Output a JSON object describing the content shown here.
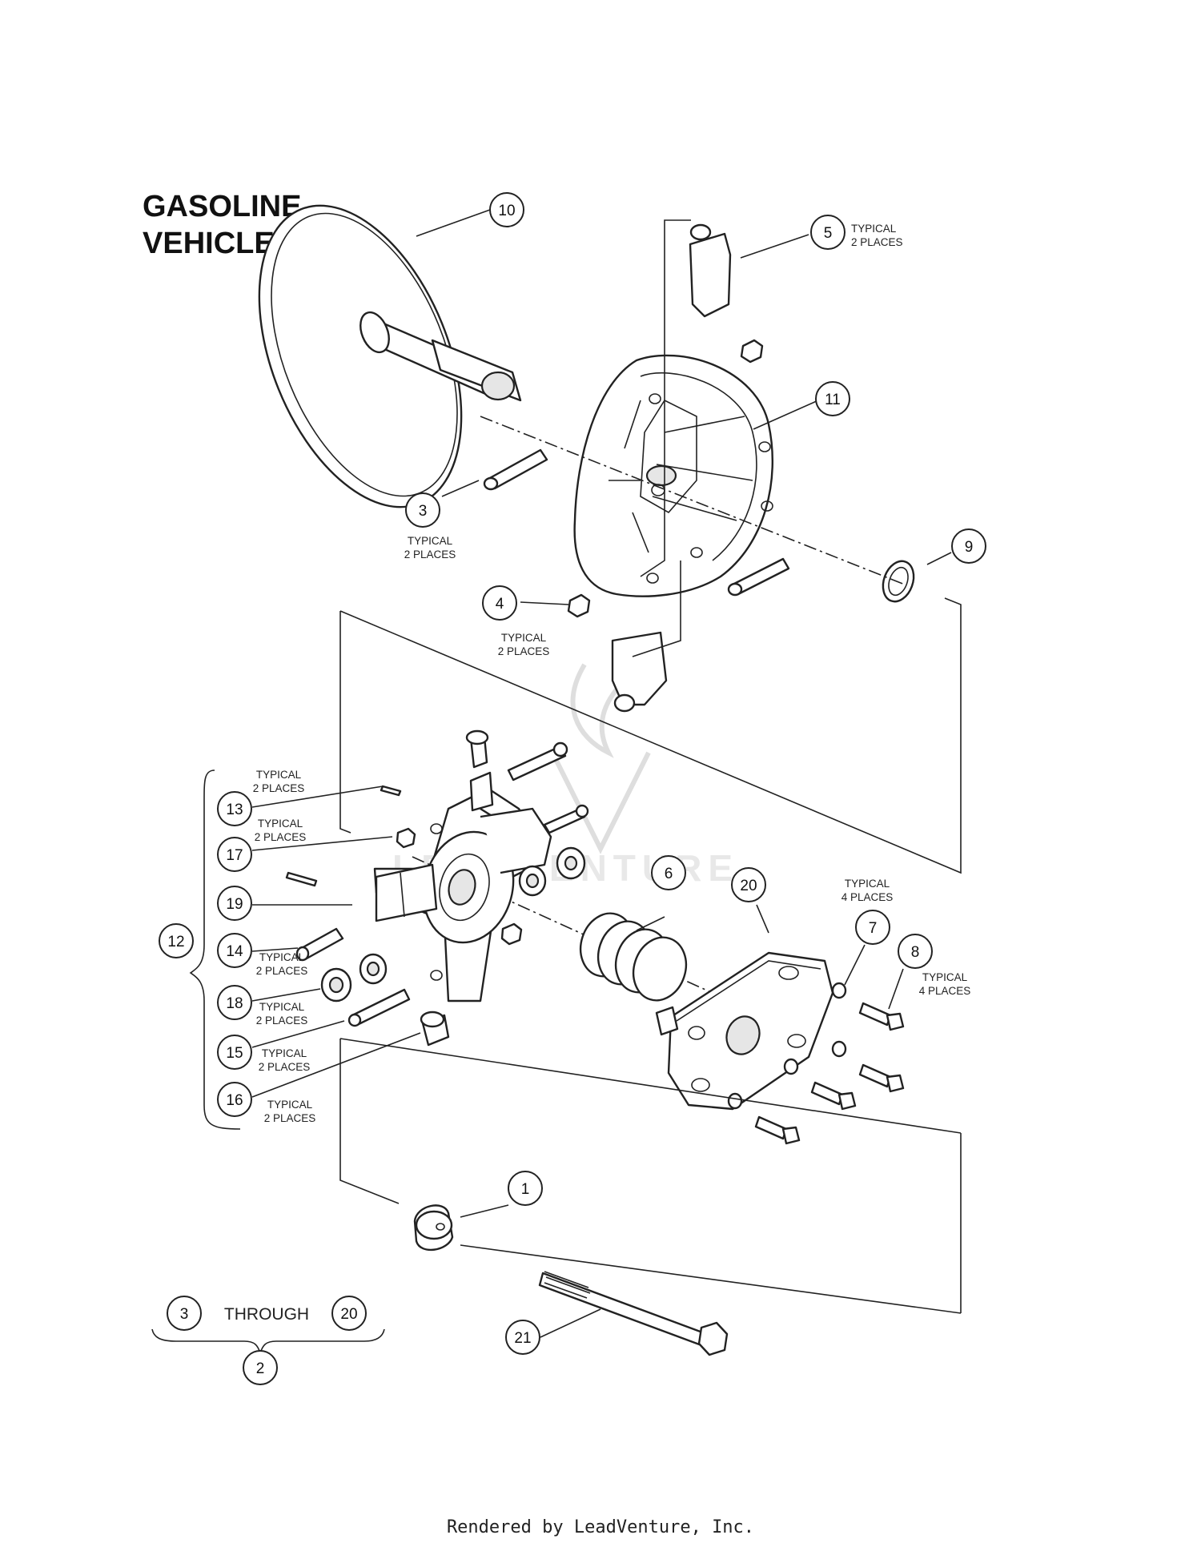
{
  "title": {
    "line1": "GASOLINE",
    "line2": "VEHICLE"
  },
  "callouts": [
    "1",
    "2",
    "3",
    "4",
    "5",
    "6",
    "7",
    "8",
    "9",
    "10",
    "11",
    "12",
    "13",
    "14",
    "15",
    "16",
    "17",
    "18",
    "19",
    "20",
    "21"
  ],
  "notes": {
    "typical_2_line1": "TYPICAL",
    "typical_2_line2": "2 PLACES",
    "typical_4_line1": "TYPICAL",
    "typical_4_line2": "4 PLACES"
  },
  "range": {
    "from": "3",
    "word": "THROUGH",
    "to": "20",
    "assembly": "2"
  },
  "footer": "Rendered by LeadVenture, Inc."
}
